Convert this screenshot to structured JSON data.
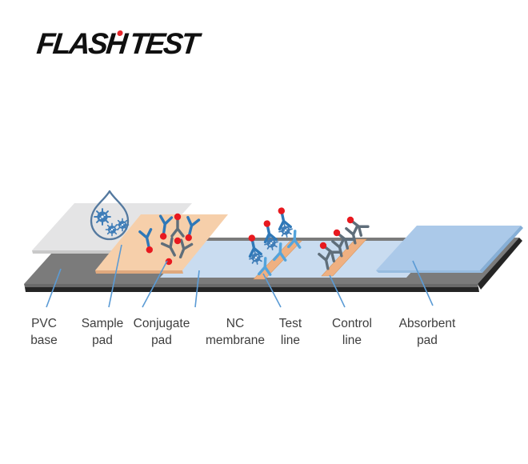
{
  "logo": {
    "text_primary": "FLASH",
    "text_secondary": "TEST"
  },
  "diagram": {
    "type": "lateral-flow-test-strip-schematic",
    "labels": [
      {
        "line1": "PVC",
        "line2": "base"
      },
      {
        "line1": "Sample",
        "line2": "pad"
      },
      {
        "line1": "Conjugate",
        "line2": "pad"
      },
      {
        "line1": "NC",
        "line2": "membrane"
      },
      {
        "line1": "Test",
        "line2": "line"
      },
      {
        "line1": "Control",
        "line2": "line"
      },
      {
        "line1": "Absorbent",
        "line2": "pad"
      }
    ],
    "icons": {
      "droplet-icon": "outlined water drop containing virus particles",
      "virus-icon": "blue spiked sphere",
      "antibody-icon": "Y-shaped antibody",
      "gold-particle-icon": "red nanoparticle dot"
    },
    "colors": {
      "base": "#7b7b7b",
      "basesidelight": "#6a6a6a",
      "baseside": "#252525",
      "membrane": "#c9dcf0",
      "samplepad": "#e4e4e5",
      "samplepadside": "#c9c9c9",
      "conjugatepad": "#f6cfaa",
      "conjugatepadside": "#dfa97e",
      "linestrip": "#efb081",
      "linestripedge": "#d99a63",
      "absorbentpad": "#abc9e9",
      "absorbentside": "#86afd7",
      "absorbentsidebottom": "#97bce0",
      "antibodyblue": "#2e78b8",
      "antibodylight": "#54a4dc",
      "antibodygray": "#5f6e7a",
      "golddot": "#e8191f",
      "virus": "#3f7db8",
      "droplet": "#54799f",
      "leader": "#5b9bd5",
      "labeltext": "#3e3e3e",
      "logotext": "#101010",
      "logodot": "#e8262b"
    }
  }
}
